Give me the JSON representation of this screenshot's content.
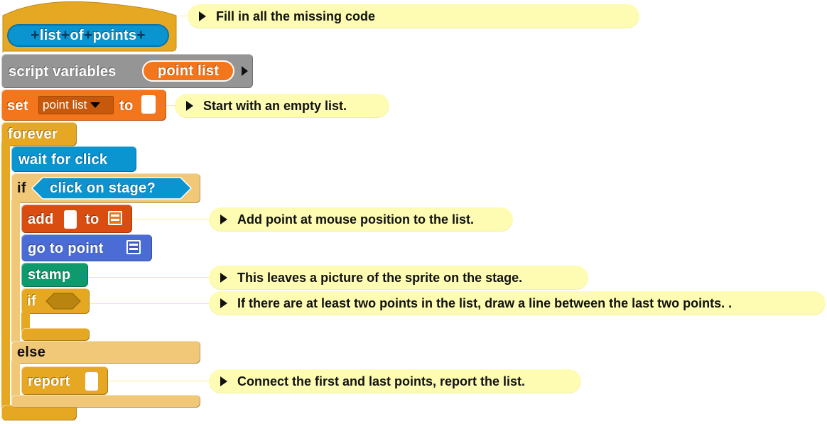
{
  "hat": {
    "words": [
      "list",
      "of",
      "points"
    ],
    "plus": "+"
  },
  "script_vars": {
    "label": "script variables",
    "var_name": "point list"
  },
  "set_block": {
    "set": "set",
    "var": "point list",
    "to": "to"
  },
  "forever": {
    "label": "forever"
  },
  "wait": {
    "label": "wait for click"
  },
  "if_else": {
    "if": "if",
    "cond": "click on stage?",
    "else": "else"
  },
  "add_block": {
    "add": "add",
    "to": "to"
  },
  "goto": {
    "label": "go to point"
  },
  "stamp": {
    "label": "stamp"
  },
  "inner_if": {
    "label": "if"
  },
  "report": {
    "label": "report"
  },
  "comments": [
    "Fill in all the missing code",
    "Start with an empty list.",
    "Add point at mouse position to the list.",
    "This leaves a picture of the sprite on the stage.",
    "If there are at least two points in the list, draw a line between the last two points. .",
    "Connect the first and last points, report the list."
  ],
  "colors": {
    "control": "#e6a822",
    "variables": "#f3761d",
    "lists": "#d94d11",
    "sound": "#0e9a6c",
    "sensing": "#0a94d0",
    "motion": "#4a6cd4",
    "comment": "#fdfcb2"
  }
}
